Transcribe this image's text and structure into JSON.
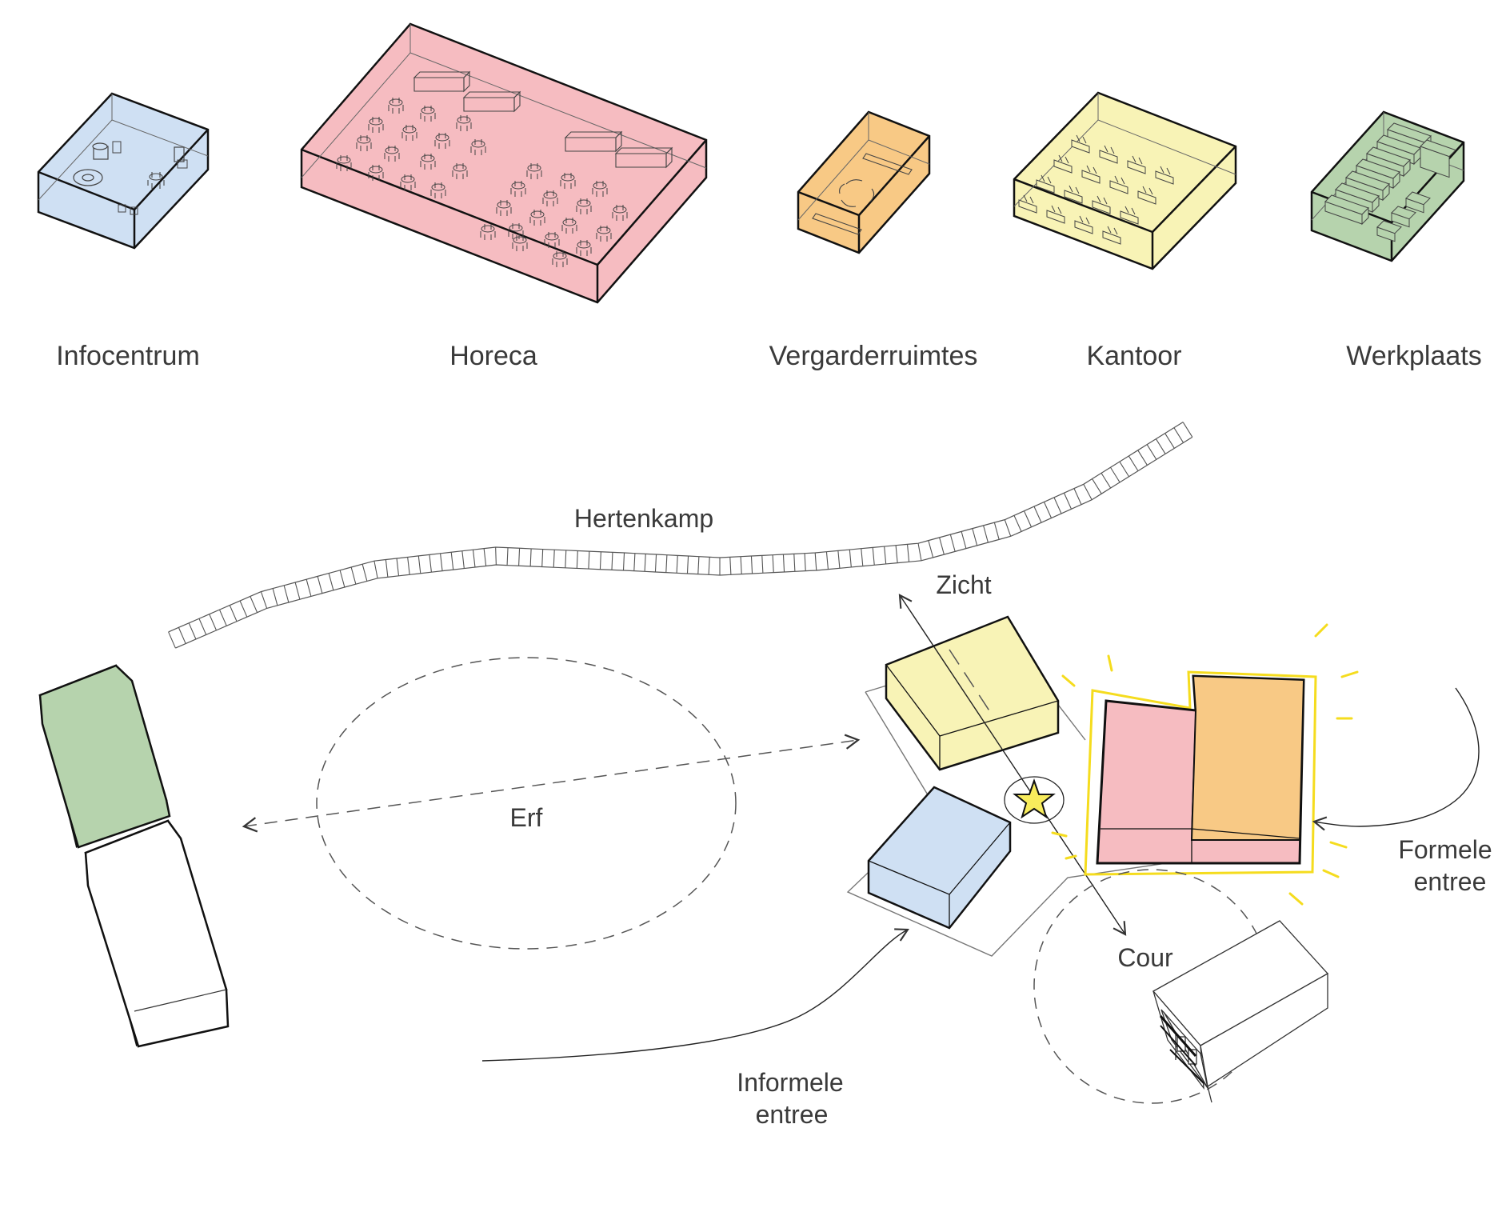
{
  "programme": {
    "infocentrum": {
      "label": "Infocentrum",
      "color": "#cfe0f3"
    },
    "horeca": {
      "label": "Horeca",
      "color": "#f6bcc1"
    },
    "vergaderruimtes": {
      "label": "Vergarderruimtes",
      "color": "#f8c985"
    },
    "kantoor": {
      "label": "Kantoor",
      "color": "#f8f3b6"
    },
    "werkplaats": {
      "label": "Werkplaats",
      "color": "#b6d3ad"
    }
  },
  "site": {
    "hertenkamp": "Hertenkamp",
    "zicht": "Zicht",
    "erf": "Erf",
    "cour": "Cour",
    "formele_entree_line1": "Formele",
    "formele_entree_line2": "entree",
    "informele_entree_line1": "Informele",
    "informele_entree_line2": "entree"
  },
  "colors": {
    "highlight": "#f5dc1e",
    "star": "#f8ec5c",
    "line": "#1a1a1a"
  }
}
